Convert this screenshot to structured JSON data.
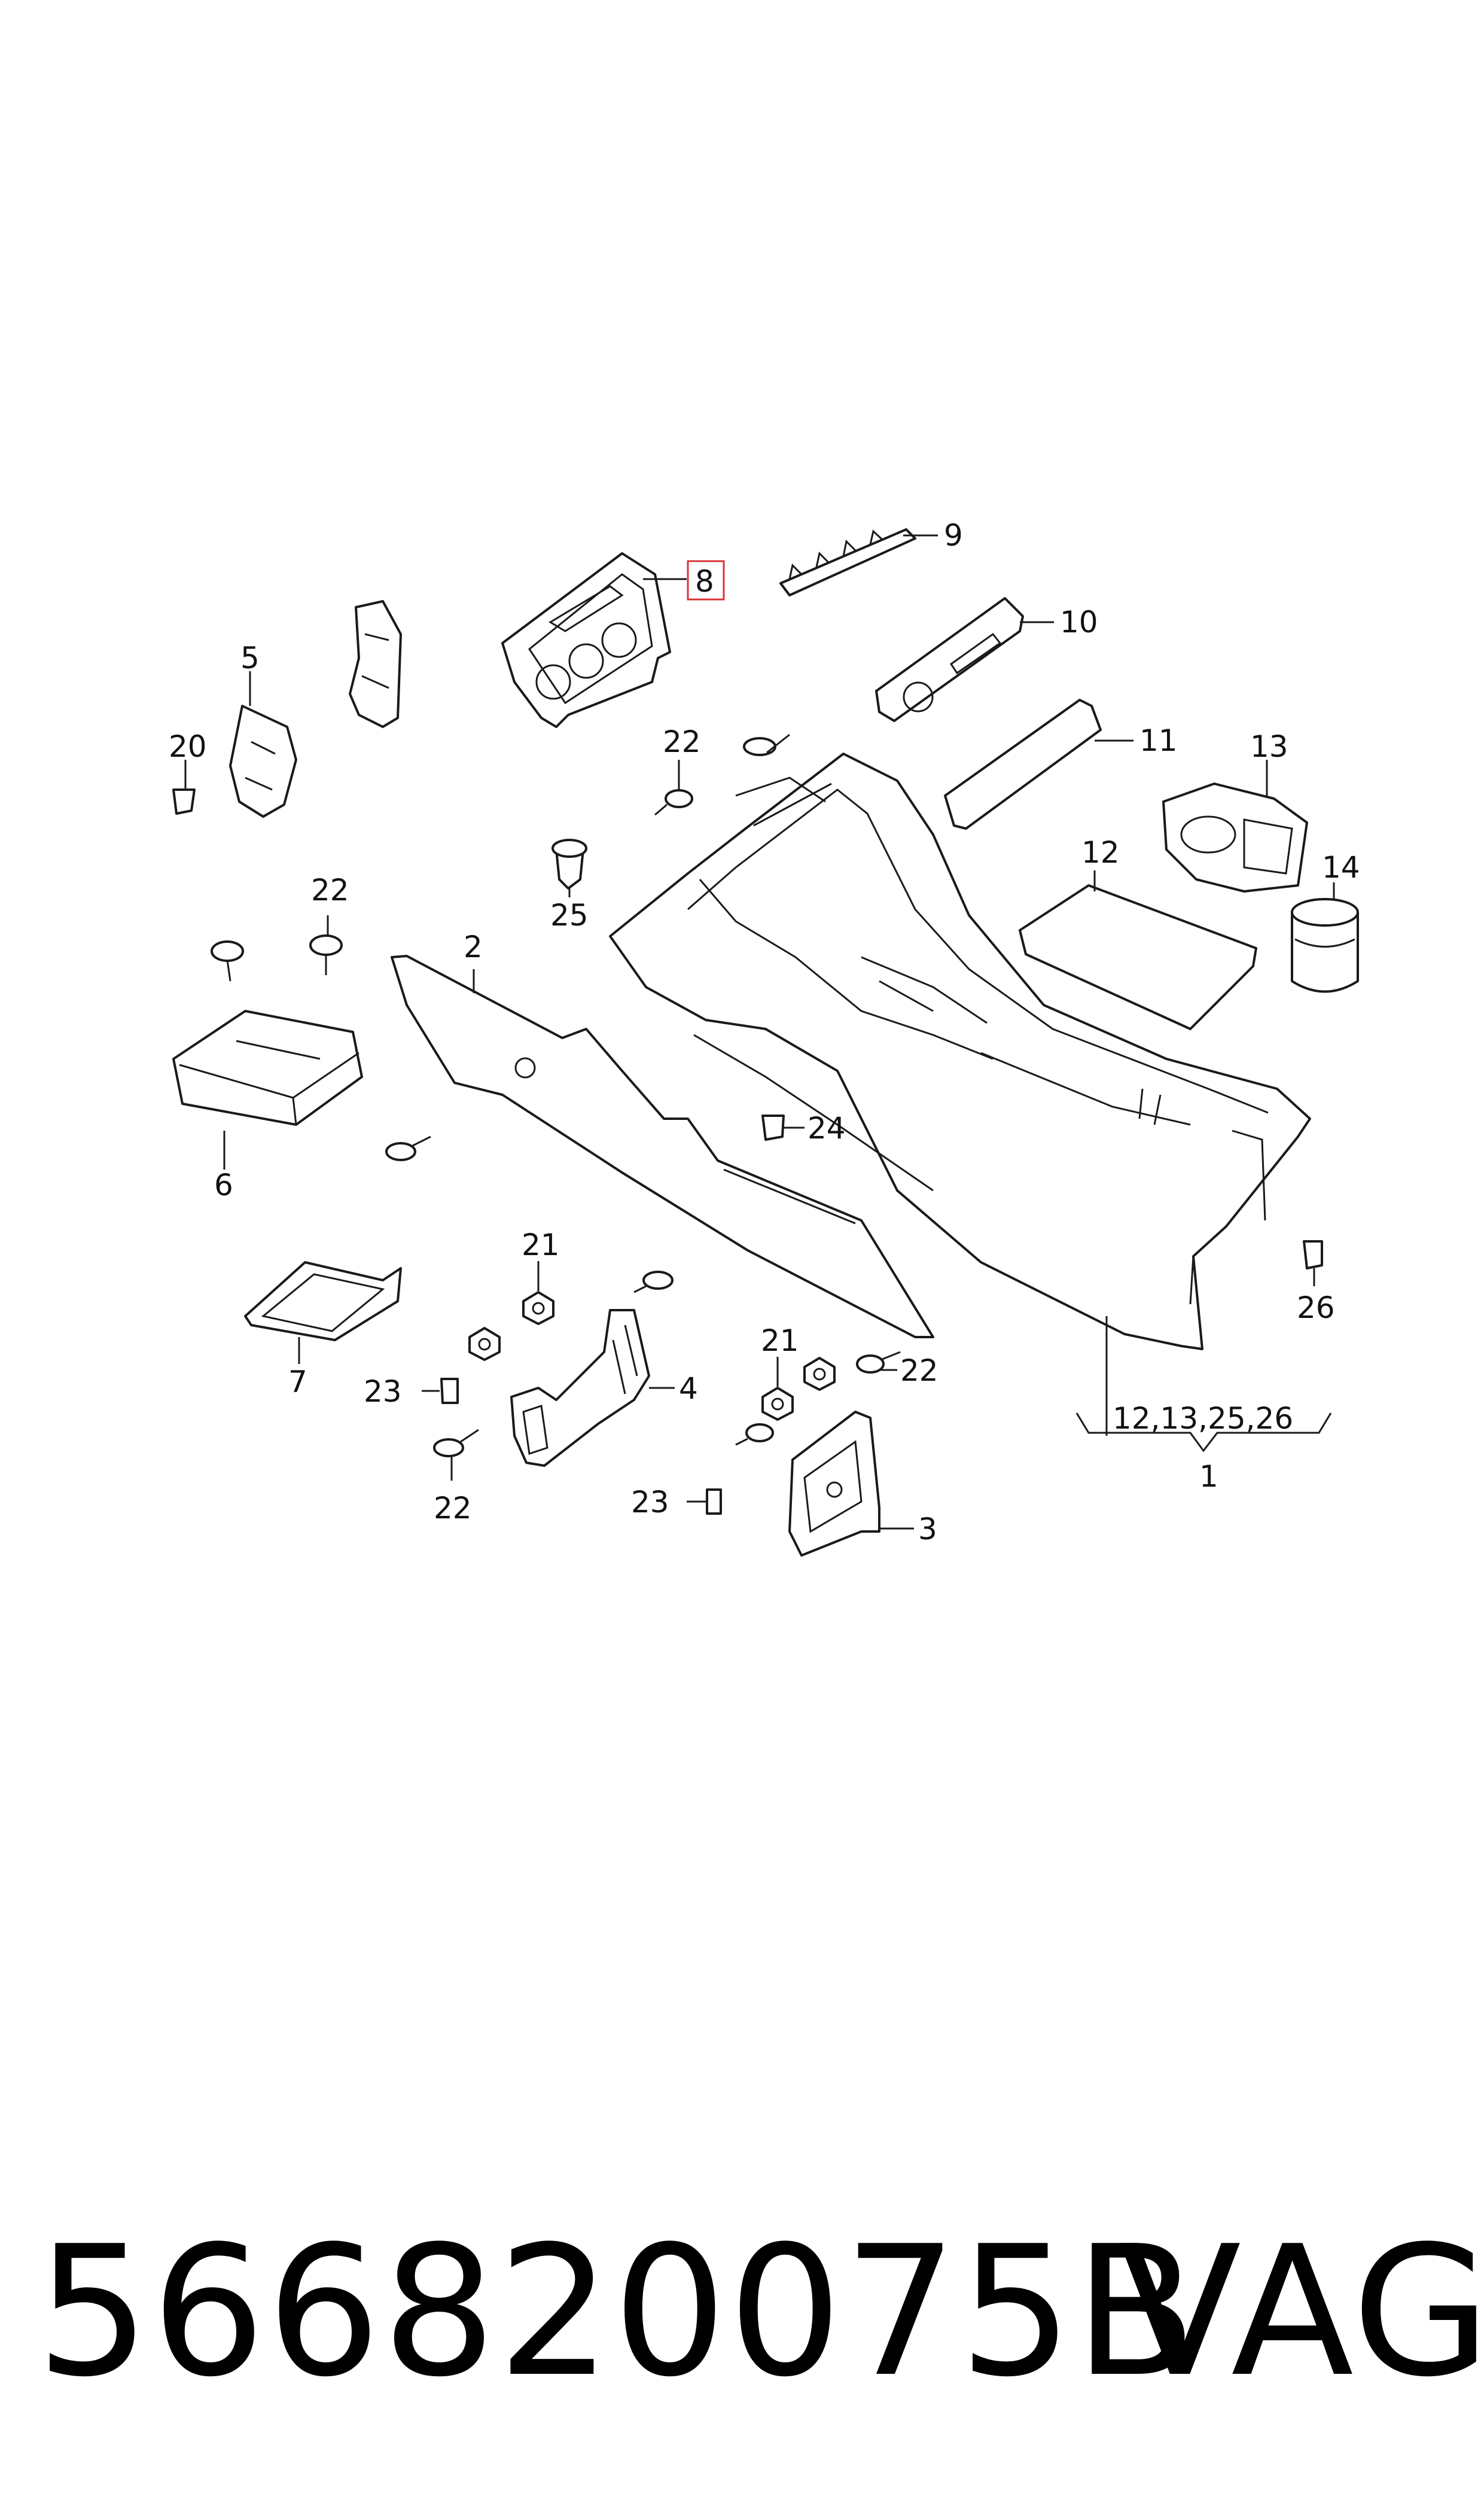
{
  "callouts": {
    "c1": "1",
    "c2": "2",
    "c3": "3",
    "c4": "4",
    "c5": "5",
    "c6": "6",
    "c7": "7",
    "c8": "8",
    "c9": "9",
    "c10": "10",
    "c11": "11",
    "c12": "12",
    "c13": "13",
    "c14": "14",
    "c20": "20",
    "c21a": "21",
    "c21b": "21",
    "c22a": "22",
    "c22b": "22",
    "c22c": "22",
    "c22d": "22",
    "c23a": "23",
    "c23b": "23",
    "c24": "24",
    "c25": "25",
    "c26": "26",
    "c1_group": "12,13,25,26"
  },
  "highlighted_callout": "8",
  "highlight_color": "#d9343a",
  "footer": {
    "part_number": "566820075B",
    "brand": "VAG"
  }
}
